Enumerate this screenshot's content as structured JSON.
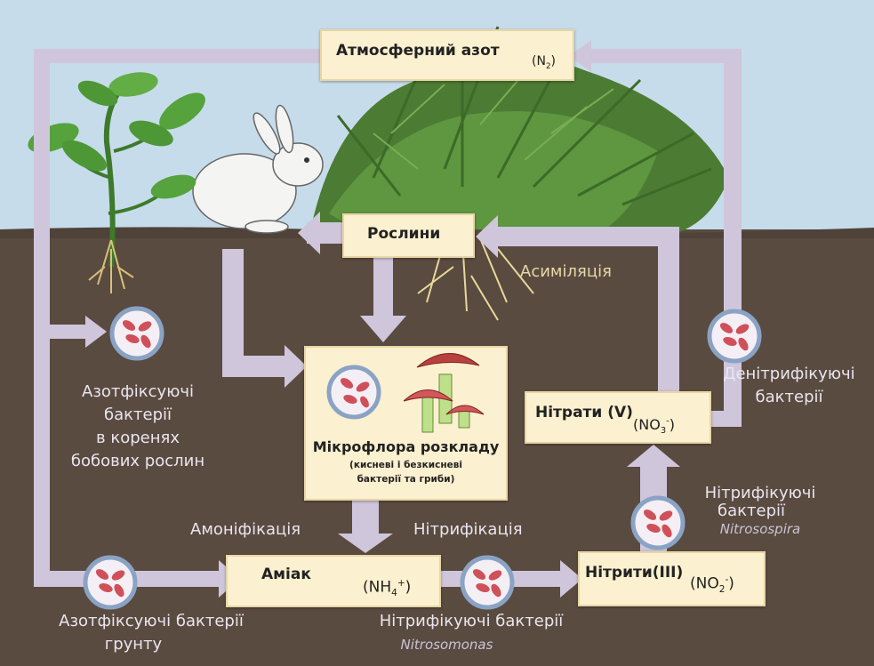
{
  "nodes": {
    "atmosphere": {
      "title": "Атмосферний азот",
      "formula_base": "N",
      "formula_sub": "2"
    },
    "plants": {
      "title": "Рослини"
    },
    "microflora": {
      "title": "Мікрофлора розкладу",
      "note_line1": "(кисневі і безкисневі",
      "note_line2": "бактерії та гриби)"
    },
    "ammonia": {
      "title": "Аміак",
      "formula_base": "NH",
      "formula_sub": "4",
      "formula_sup": "+"
    },
    "nitrites": {
      "title": "Нітрити(III)",
      "formula_base": "NO",
      "formula_sub": "2",
      "formula_sup": "-"
    },
    "nitrates": {
      "title": "Нітрати (V)",
      "formula_base": "NO",
      "formula_sub": "3",
      "formula_sup": "-"
    }
  },
  "labels": {
    "assimilation": "Асиміляція",
    "ammonification": "Амоніфікація",
    "nitrification": "Нітрифікація",
    "legume_bacteria": {
      "line1": "Азотфіксуючі",
      "line2": "бактерії",
      "line3": "в коренях",
      "line4": "бобових рослин"
    },
    "soil_bacteria": {
      "line1": "Азотфіксуючі  бактерії",
      "line2": "грунту"
    },
    "nitrosomonas": {
      "line1": "Нітрифікуючі  бактерії",
      "line2": "Nitrosomonas"
    },
    "nitrosospira": {
      "line1": "Нітрифікуючі",
      "line2": "бактерії",
      "line3": "Nitrosospira"
    },
    "denitrifying": {
      "line1": "Денітрифікуючі",
      "line2": "бактерії"
    }
  },
  "colors": {
    "sky": "#c6dcea",
    "soil": "#5a4b40",
    "arrow": "#cfc6dc",
    "box_fill": "#fbf0cf",
    "bacteria": "#d0505a"
  }
}
